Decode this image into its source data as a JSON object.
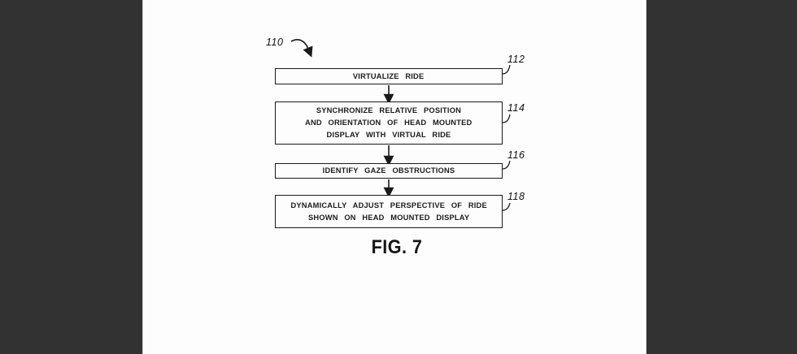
{
  "colors": {
    "backdrop": "#323232",
    "paper": "#fdfdfd",
    "ink": "#1a1a1a"
  },
  "figure": {
    "figure_ref": "110",
    "caption": "FIG. 7",
    "boxes": [
      {
        "ref": "112",
        "lines": [
          "VIRTUALIZE RIDE"
        ]
      },
      {
        "ref": "114",
        "lines": [
          "SYNCHRONIZE RELATIVE POSITION",
          "AND ORIENTATION OF HEAD MOUNTED",
          "DISPLAY WITH VIRTUAL RIDE"
        ]
      },
      {
        "ref": "116",
        "lines": [
          "IDENTIFY GAZE OBSTRUCTIONS"
        ]
      },
      {
        "ref": "118",
        "lines": [
          "DYNAMICALLY ADJUST PERSPECTIVE OF RIDE",
          "SHOWN ON HEAD MOUNTED DISPLAY"
        ]
      }
    ]
  }
}
